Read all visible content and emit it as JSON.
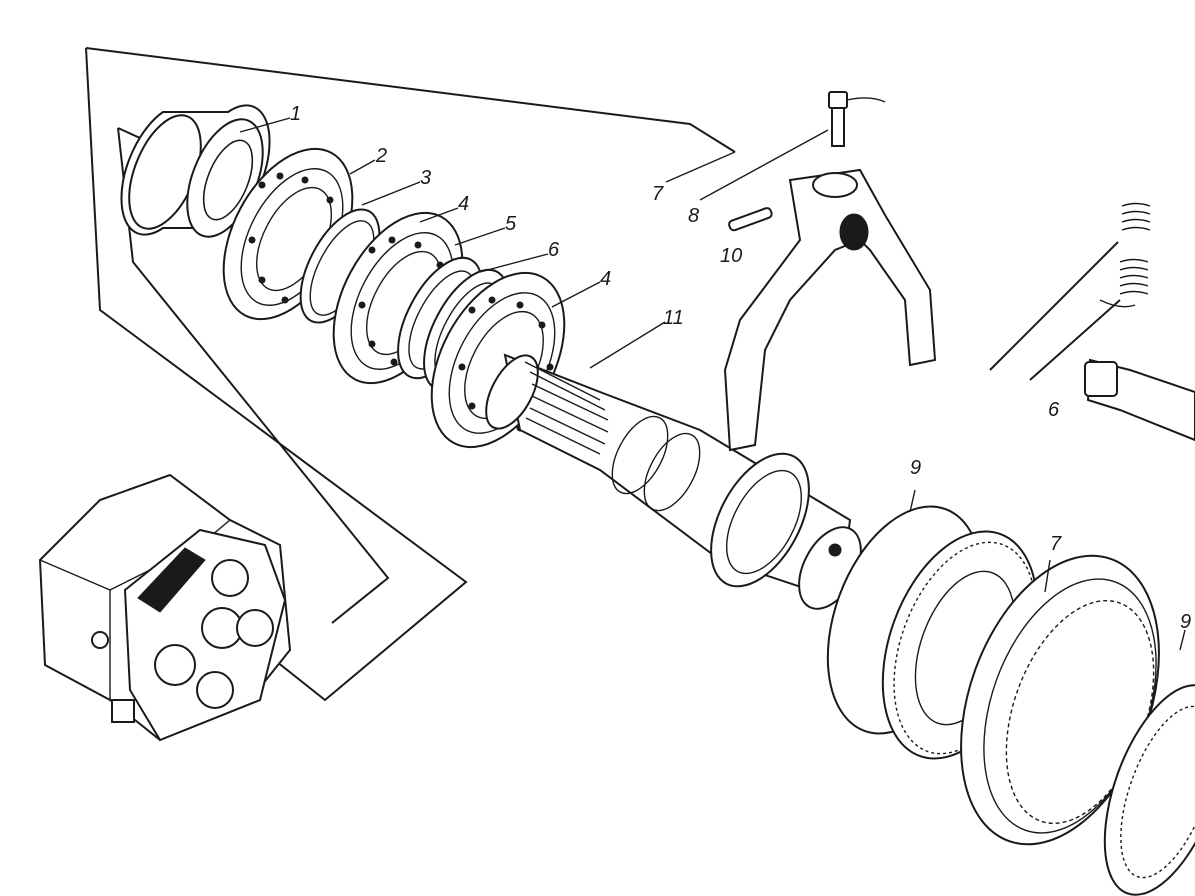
{
  "colors": {
    "highlight": "#ff0000",
    "line": "#1a1a1a",
    "background": "#ffffff"
  },
  "highlighted_part": "1",
  "callouts": {
    "c1": "1",
    "c2": "2",
    "c3": "3",
    "c4a": "4",
    "c5": "5",
    "c6a": "6",
    "c4b": "4",
    "c11": "11",
    "c7a": "7",
    "c8": "8",
    "c10": "10",
    "c6b": "6",
    "c9a": "9",
    "c7b": "7",
    "c9b": "9"
  }
}
